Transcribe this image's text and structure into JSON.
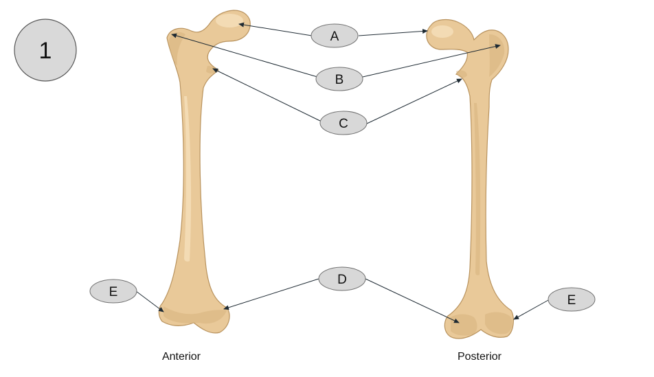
{
  "figure_number": "1",
  "views": {
    "left": "Anterior",
    "right": "Posterior"
  },
  "labels": {
    "A": "A",
    "B": "B",
    "C": "C",
    "D": "D",
    "E_left": "E",
    "E_right": "E"
  },
  "colors": {
    "bone_fill": "#e9c999",
    "bone_outline": "#b8925d",
    "label_fill": "#d8d8d8",
    "leader_line": "#1e2a33"
  }
}
